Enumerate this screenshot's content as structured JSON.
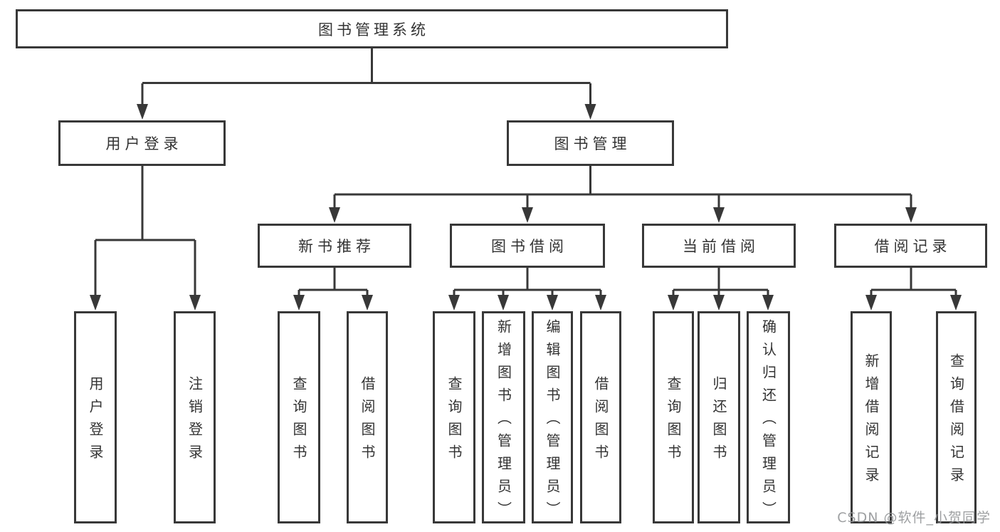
{
  "tree": {
    "root": {
      "label": "图书管理系统"
    },
    "branches": [
      {
        "label": "用户登录",
        "children": [
          {
            "label": "用户登录"
          },
          {
            "label": "注销登录"
          }
        ]
      },
      {
        "label": "图书管理",
        "children": [
          {
            "label": "新书推荐",
            "children": [
              {
                "label": "查询图书"
              },
              {
                "label": "借阅图书"
              }
            ]
          },
          {
            "label": "图书借阅",
            "children": [
              {
                "label": "查询图书"
              },
              {
                "label": "新增图书（管理员）"
              },
              {
                "label": "编辑图书（管理员）"
              },
              {
                "label": "借阅图书"
              }
            ]
          },
          {
            "label": "当前借阅",
            "children": [
              {
                "label": "查询图书"
              },
              {
                "label": "归还图书"
              },
              {
                "label": "确认归还（管理员）"
              }
            ]
          },
          {
            "label": "借阅记录",
            "children": [
              {
                "label": "新增借阅记录"
              },
              {
                "label": "查询借阅记录"
              }
            ]
          }
        ]
      }
    ]
  },
  "watermark": "CSDN @软件_小贺同学",
  "colors": {
    "line": "#383838",
    "box_border": "#383838",
    "text": "#333333",
    "watermark": "#949698",
    "background": "#ffffff"
  }
}
